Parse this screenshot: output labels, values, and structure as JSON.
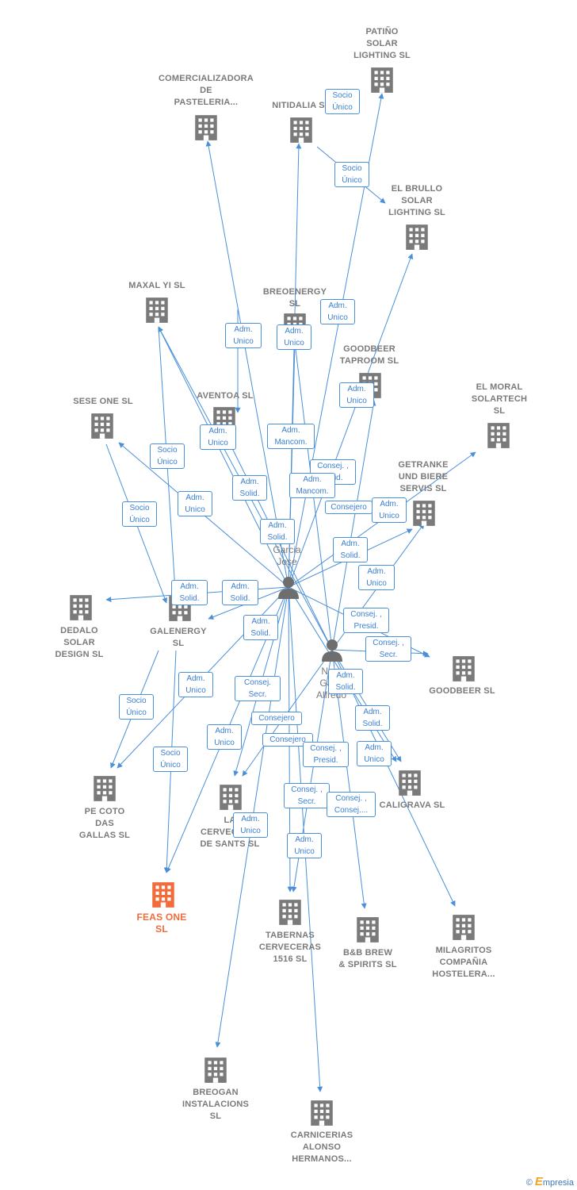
{
  "companies": [
    {
      "id": "patino",
      "label": "PATIÑO\nSOLAR\nLIGHTING  SL"
    },
    {
      "id": "comercializadora",
      "label": "COMERCIALIZADORA\nDE\nPASTELERIA..."
    },
    {
      "id": "nitidalia",
      "label": "NITIDALIA  SL"
    },
    {
      "id": "elbrullo",
      "label": "EL BRULLO\nSOLAR\nLIGHTING  SL"
    },
    {
      "id": "maxal",
      "label": "MAXAL YI  SL"
    },
    {
      "id": "breoenergy",
      "label": "BREOENERGY\nSL"
    },
    {
      "id": "goodbeertap",
      "label": "GOODBEER\nTAPROOM  SL"
    },
    {
      "id": "elmoral",
      "label": "EL MORAL\nSOLARTECH\nSL"
    },
    {
      "id": "seseone",
      "label": "SESE ONE  SL"
    },
    {
      "id": "aventoa",
      "label": "AVENTOA SL"
    },
    {
      "id": "getranke",
      "label": "GETRANKE\nUND BIERE\nSERVIS SL"
    },
    {
      "id": "dedalo",
      "label": "DEDALO\nSOLAR\nDESIGN  SL"
    },
    {
      "id": "galenergy",
      "label": "GALENERGY\nSL"
    },
    {
      "id": "goodbeer",
      "label": "GOODBEER SL"
    },
    {
      "id": "pecoto",
      "label": "PE COTO\nDAS\nGALLAS  SL"
    },
    {
      "id": "lacerveceria",
      "label": "LA\nCERVECERIA\nDE SANTS  SL"
    },
    {
      "id": "caligrava",
      "label": "CALIGRAVA  SL"
    },
    {
      "id": "feasone",
      "label": "FEAS ONE\nSL",
      "main": true
    },
    {
      "id": "tabernas",
      "label": "TABERNAS\nCERVECERAS\n1516  SL"
    },
    {
      "id": "bbbrew",
      "label": "B&B BREW\n& SPIRITS  SL"
    },
    {
      "id": "milagritos",
      "label": "MILAGRITOS\nCOMPAÑIA\nHOSTELERA..."
    },
    {
      "id": "breogan",
      "label": "BREOGAN\nINSTALACIONS\nSL"
    },
    {
      "id": "carnicerias",
      "label": "CARNICERIAS\nALONSO\nHERMANOS..."
    }
  ],
  "persons": [
    {
      "id": "p1",
      "label": "...z\nGarcia\nJose"
    },
    {
      "id": "p2",
      "label": "Nu...\nGar...\nAlfredo"
    }
  ],
  "relations": [
    {
      "id": "r1",
      "label": "Socio\nÚnico"
    },
    {
      "id": "r2",
      "label": "Socio\nÚnico"
    },
    {
      "id": "r3",
      "label": "Adm.\nUnico"
    },
    {
      "id": "r4",
      "label": "Adm.\nUnico"
    },
    {
      "id": "r5",
      "label": "Adm.\nUnico"
    },
    {
      "id": "r6",
      "label": "Adm.\nUnico"
    },
    {
      "id": "r7",
      "label": "Adm.\nMancom."
    },
    {
      "id": "r8",
      "label": "Adm.\nUnico"
    },
    {
      "id": "r9",
      "label": "Consej. ,\nSolid."
    },
    {
      "id": "r10",
      "label": "Adm.\nSolid."
    },
    {
      "id": "r11",
      "label": "Adm.\nMancom."
    },
    {
      "id": "r12",
      "label": "Socio\nÚnico"
    },
    {
      "id": "r13",
      "label": "Adm.\nUnico"
    },
    {
      "id": "r14",
      "label": "Consejero"
    },
    {
      "id": "r15",
      "label": "Adm.\nUnico"
    },
    {
      "id": "r16",
      "label": "Socio\nÚnico"
    },
    {
      "id": "r17",
      "label": "Adm.\nSolid."
    },
    {
      "id": "r18",
      "label": "Adm.\nSolid."
    },
    {
      "id": "r19",
      "label": "Adm.\nUnico"
    },
    {
      "id": "r20",
      "label": "Adm.\nSolid."
    },
    {
      "id": "r21",
      "label": "Adm.\nSolid."
    },
    {
      "id": "r22",
      "label": "Consej. ,\nPresid."
    },
    {
      "id": "r23",
      "label": "Adm.\nSolid."
    },
    {
      "id": "r24",
      "label": "Consej. ,\nSecr."
    },
    {
      "id": "r25",
      "label": "Adm.\nUnico"
    },
    {
      "id": "r26",
      "label": "Consej.\nSecr."
    },
    {
      "id": "r27",
      "label": "Adm.\nSolid."
    },
    {
      "id": "r28",
      "label": "Socio\nÚnico"
    },
    {
      "id": "r29",
      "label": "Consejero"
    },
    {
      "id": "r30",
      "label": "Adm.\nSolid."
    },
    {
      "id": "r31",
      "label": "Adm.\nUnico"
    },
    {
      "id": "r32",
      "label": "Consejero"
    },
    {
      "id": "r33",
      "label": "Consej. ,\nPresid."
    },
    {
      "id": "r34",
      "label": "Adm.\nUnico"
    },
    {
      "id": "r35",
      "label": "Socio\nÚnico"
    },
    {
      "id": "r36",
      "label": "Consej. ,\nSecr."
    },
    {
      "id": "r37",
      "label": "Consej. ,\nConsej...."
    },
    {
      "id": "r38",
      "label": "Adm.\nUnico"
    },
    {
      "id": "r39",
      "label": "Adm.\nUnico"
    }
  ],
  "footer": {
    "copyright": "©",
    "brand_first": "E",
    "brand_rest": "mpresia"
  },
  "colors": {
    "edge": "#4a90d9",
    "building": "#7a7a7a",
    "main_building": "#f26b3a",
    "person": "#6e6e6e"
  },
  "icons": {
    "company": "building-icon",
    "person": "person-icon"
  }
}
